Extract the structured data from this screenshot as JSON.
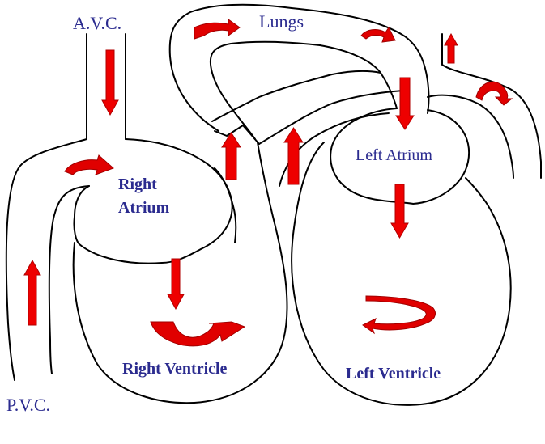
{
  "labels": {
    "avc": "A.V.C.",
    "pvc": "P.V.C.",
    "lungs": "Lungs",
    "right_atrium_line1": "Right",
    "right_atrium_line2": "Atrium",
    "left_atrium": "Left Atrium",
    "right_ventricle": "Right Ventricle",
    "left_ventricle": "Left Ventricle"
  },
  "colors": {
    "label": "#2b2b8f",
    "arrow": "#ee0000",
    "outline": "#000000"
  }
}
